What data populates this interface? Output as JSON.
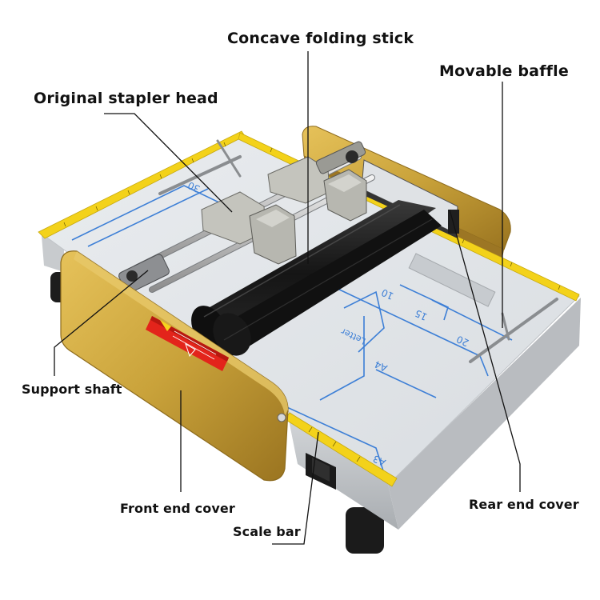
{
  "labels": {
    "concave_folding_stick": "Concave folding stick",
    "movable_baffle": "Movable baffle",
    "original_stapler_head": "Original stapler head",
    "support_shaft": "Support shaft",
    "front_end_cover": "Front end cover",
    "scale_bar": "Scale bar",
    "rear_end_cover": "Rear end cover"
  },
  "table_markings": {
    "size_a3": "A3",
    "size_a4": "A4",
    "size_letter": "Letter",
    "num_10": "10",
    "num_15": "15",
    "num_20": "20",
    "num_30": "30"
  },
  "colors": {
    "gold_cover": "#c9a23a",
    "scale_yellow": "#f3d21a",
    "roller_black": "#1e1e1e",
    "guide_blue": "#3d7fd6",
    "warning_red": "#e3241b"
  }
}
